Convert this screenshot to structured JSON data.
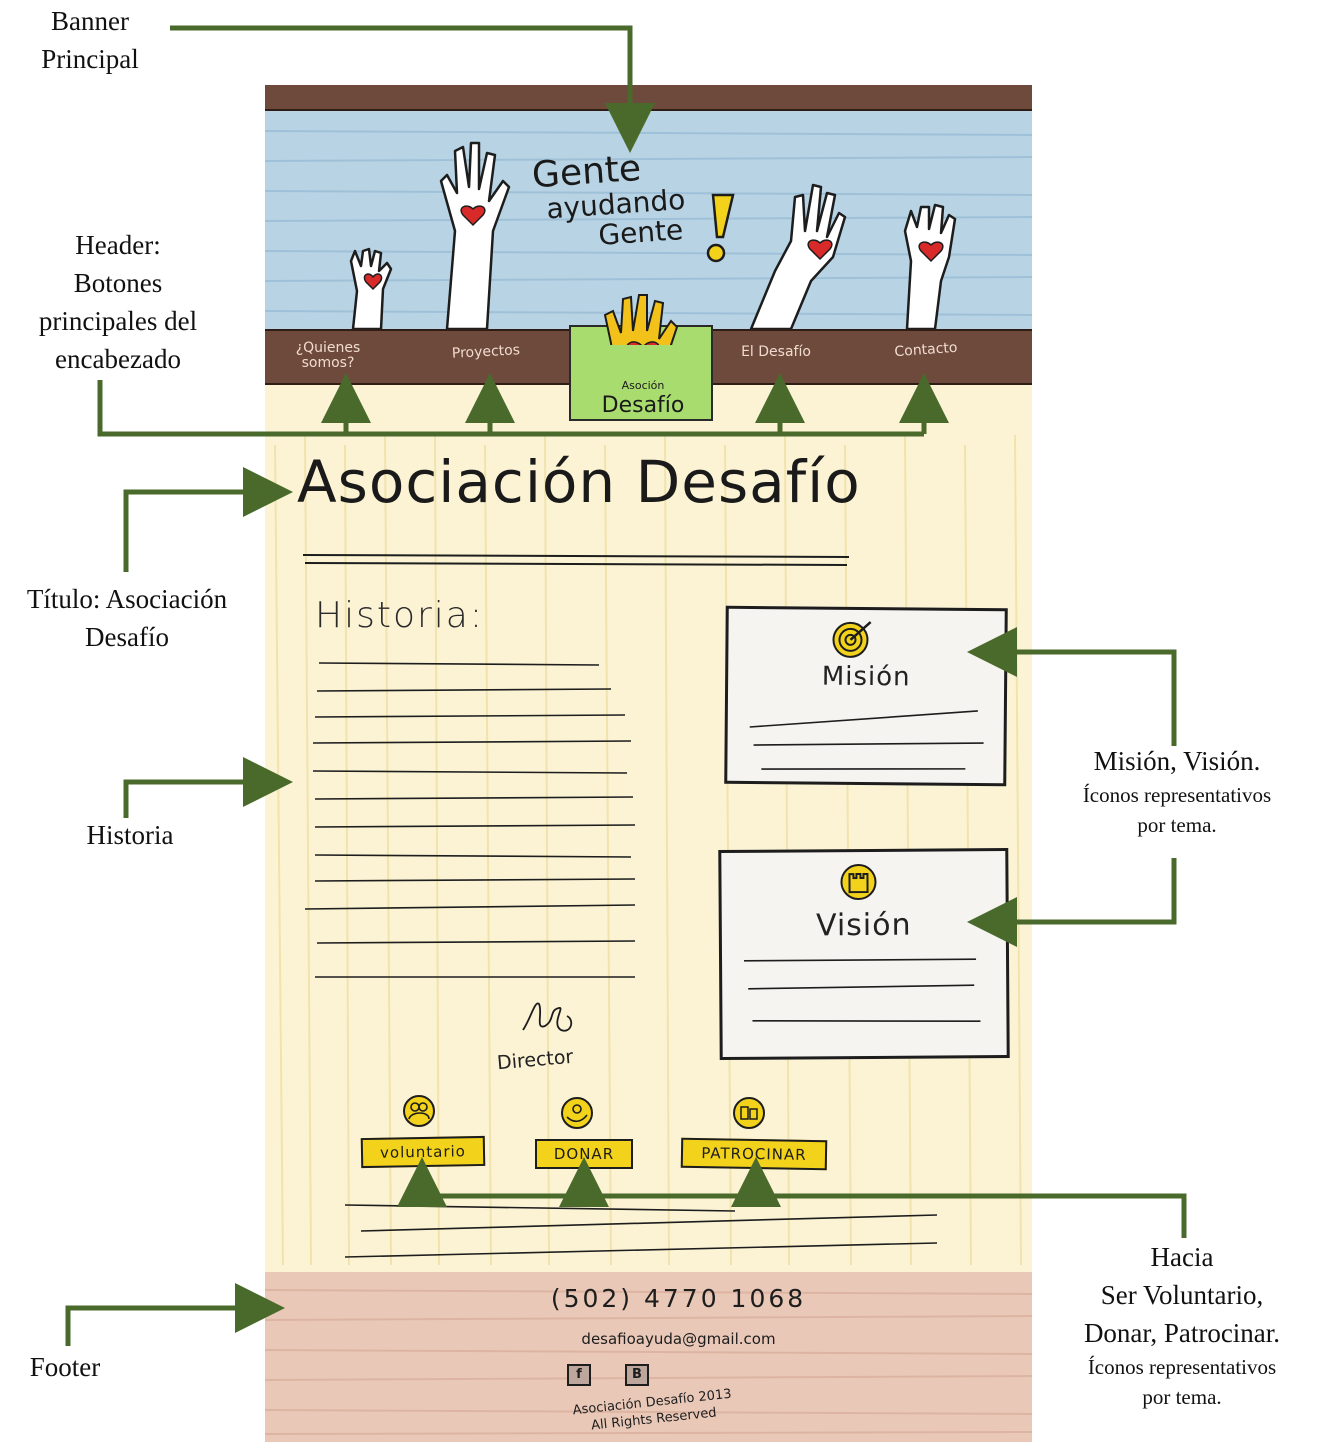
{
  "annotations": {
    "banner": [
      "Banner",
      "Principal"
    ],
    "header": [
      "Header:",
      "Botones",
      "principales del",
      "encabezado"
    ],
    "title": [
      "Título: Asociación",
      "Desafío"
    ],
    "historia": "Historia",
    "mision_vision": {
      "title": "Misión, Visión.",
      "sub": [
        "Íconos representativos",
        "por tema."
      ]
    },
    "cta": {
      "title": [
        "Hacia",
        "Ser Voluntario,",
        "Donar, Patrocinar."
      ],
      "sub": [
        "Íconos representativos",
        "por tema."
      ]
    },
    "footer": "Footer"
  },
  "banner": {
    "title_lines": [
      "Gente",
      "ayudando",
      "Gente"
    ],
    "exclamation": "!"
  },
  "nav": {
    "items": [
      "¿Quienes somos?",
      "Proyectos",
      "El Desafío",
      "Contacto"
    ],
    "logo": {
      "small": "Asoción",
      "large": "Desafío"
    }
  },
  "main": {
    "title": "Asociación Desafío",
    "historia_heading": "Historia:",
    "director_label": "Director",
    "mision": {
      "title": "Misión",
      "icon": "target-icon"
    },
    "vision": {
      "title": "Visión",
      "icon": "castle-icon"
    }
  },
  "cta_buttons": [
    {
      "label": "voluntario",
      "icon": "people-icon"
    },
    {
      "label": "DONAR",
      "icon": "hand-coin-icon"
    },
    {
      "label": "PATROCINAR",
      "icon": "building-icon"
    }
  ],
  "footer": {
    "phone": "(502) 4770 1068",
    "email": "desafioayuda@gmail.com",
    "social": [
      {
        "label": "f",
        "icon": "facebook-icon"
      },
      {
        "label": "B",
        "icon": "blogger-icon"
      }
    ],
    "copyright": [
      "Asociación Desafío 2013",
      "All Rights Reserved"
    ]
  },
  "colors": {
    "arrow": "#4a6a2c",
    "wood": "#6e4a3c",
    "sky": "#b8d3e4",
    "paper": "#fbf3d4",
    "logo_green": "#a9dc6e",
    "cta_yellow": "#f2d21a",
    "heart_red": "#d92a2a",
    "footer_pink": "#e9c8b8"
  }
}
